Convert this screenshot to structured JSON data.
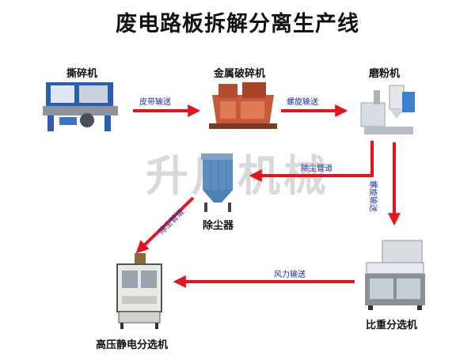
{
  "title": "废电路板拆解分离生产线",
  "watermark": "升川机械",
  "machines": {
    "shredder": "撕碎机",
    "metal_crusher": "金属破碎机",
    "mill": "磨粉机",
    "dust_collector": "除尘器",
    "gravity_separator": "比重分选机",
    "electrostatic_separator": "高压静电分选机"
  },
  "conveyors": {
    "belt": "皮带输送",
    "screw1": "螺旋输送",
    "dust_pipe1": "除尘管道",
    "screw2": "螺旋输送",
    "dust_pipe2": "除尘管道",
    "wind": "风力输送"
  },
  "colors": {
    "arrow": "#e8141b",
    "conveyor_text": "#1a2fa8"
  }
}
